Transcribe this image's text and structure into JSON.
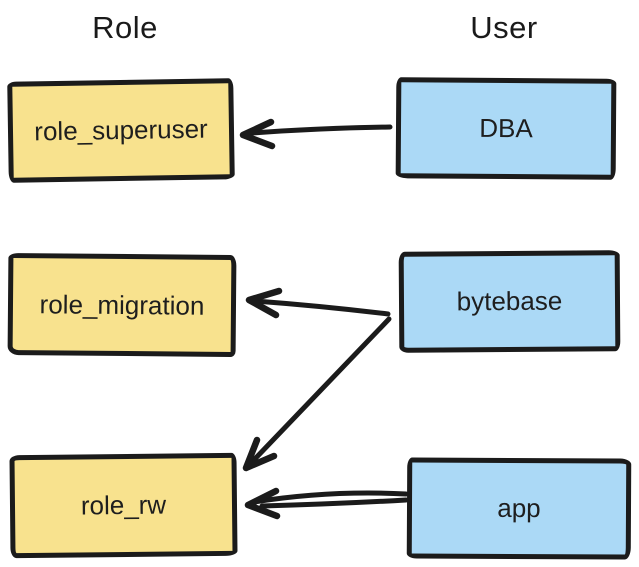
{
  "headings": {
    "role": "Role",
    "user": "User"
  },
  "nodes": {
    "role_superuser": {
      "label": "role_superuser",
      "type": "role"
    },
    "role_migration": {
      "label": "role_migration",
      "type": "role"
    },
    "role_rw": {
      "label": "role_rw",
      "type": "role"
    },
    "dba": {
      "label": "DBA",
      "type": "user"
    },
    "bytebase": {
      "label": "bytebase",
      "type": "user"
    },
    "app": {
      "label": "app",
      "type": "user"
    }
  },
  "edges": [
    {
      "from": "DBA",
      "to": "role_superuser"
    },
    {
      "from": "bytebase",
      "to": "role_migration"
    },
    {
      "from": "bytebase",
      "to": "role_rw"
    },
    {
      "from": "app",
      "to": "role_rw"
    }
  ],
  "colors": {
    "role_fill": "#f8e28e",
    "user_fill": "#abd9f6",
    "stroke": "#1b1b1b",
    "background": "#ffffff"
  }
}
